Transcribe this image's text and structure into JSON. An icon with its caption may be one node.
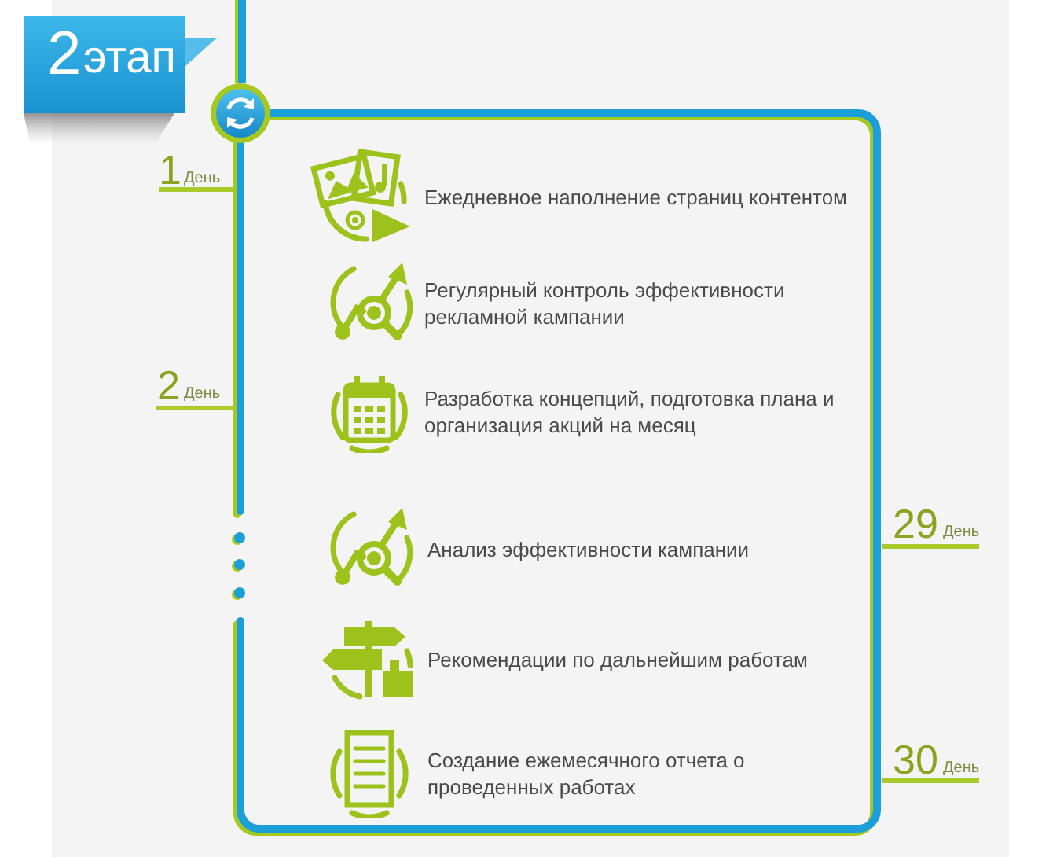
{
  "diagram": {
    "nodes": [
      {
        "text": [
          "2",
          "этап"
        ]
      },
      {
        "text": [],
        "shape": "circle"
      },
      {
        "text": [],
        "shape": "box"
      },
      {
        "text": [
          "Ежедневное наполнение страниц контентом"
        ],
        "in": 2
      },
      {
        "text": [
          "Регулярный контроль эффективности рекламной кампании"
        ],
        "in": 2
      },
      {
        "text": [
          "Разработка концепций, подготовка плана и организация акций на месяц"
        ],
        "in": 2
      },
      {
        "text": [
          "Анализ эффективности кампании"
        ],
        "in": 2
      },
      {
        "text": [
          "Рекомендации по дальнейшим работам"
        ],
        "in": 2
      },
      {
        "text": [
          "Создание ежемесячного отчета о проведенных работах"
        ],
        "in": 2
      }
    ],
    "edges": [
      {
        "from": null,
        "to": 1,
        "arrow": "none"
      }
    ],
    "labels": [
      "1",
      "День",
      "2",
      "День",
      "29",
      "День",
      "30",
      "День"
    ]
  }
}
